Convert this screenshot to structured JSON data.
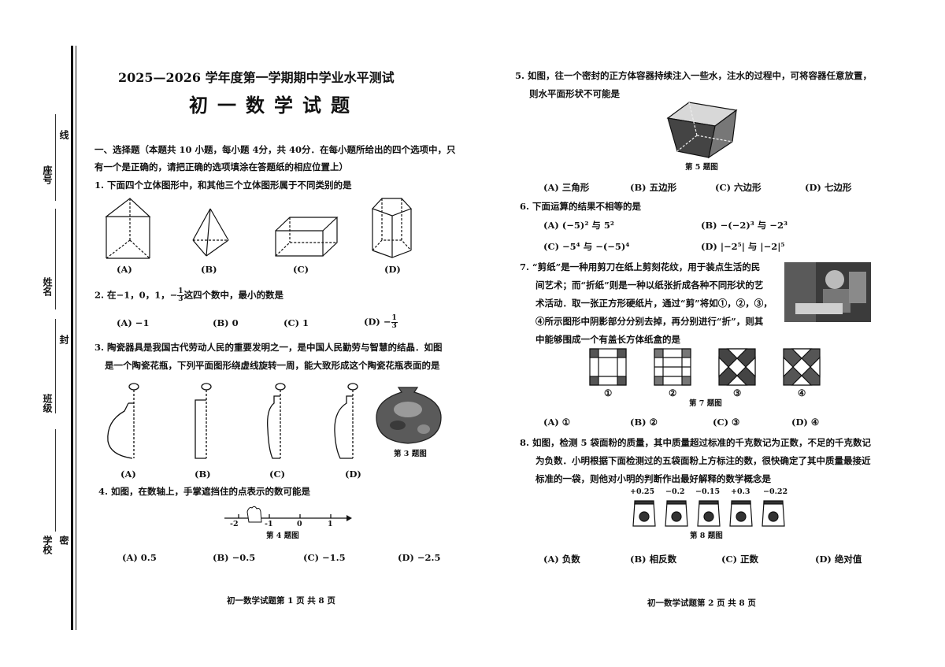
{
  "binding": {
    "seat_label": "座号",
    "name_label": "姓名",
    "class_label": "班级",
    "school_label": "学校",
    "line_char": "线",
    "seal_char": "封",
    "close_char": "密"
  },
  "header": {
    "exam_title": "2025—2026 学年度第一学期期中学业水平测试",
    "subject_title": "初一数学试题"
  },
  "section1": {
    "intro_line1": "一、选择题（本题共 10 小题，每小题 4分，共 40分．在每小题所给出的四个选项中，只",
    "intro_line2": "有一个是正确的，请把正确的选项填涂在答题纸的相应位置上）"
  },
  "q1": {
    "stem": "1. 下面四个立体图形中，和其他三个立体图形属于不同类别的是",
    "labels": [
      "(A)",
      "(B)",
      "(C)",
      "(D)"
    ]
  },
  "q2": {
    "stem_pre": "2. 在−1，0，1，−",
    "frac_num": "1",
    "frac_den": "3",
    "stem_post": "这四个数中，最小的数是",
    "opt_a": "(A) −1",
    "opt_b": "(B) 0",
    "opt_c": "(C) 1",
    "opt_d_pre": "(D) −"
  },
  "q3": {
    "line1": "3. 陶瓷器具是我国古代劳动人民的重要发明之一，是中国人民勤劳与智慧的结晶．如图",
    "line2": "是一个陶瓷花瓶，下列平面图形绕虚线旋转一周，能大致形成这个陶瓷花瓶表面的是",
    "labels": [
      "(A)",
      "(B)",
      "(C)",
      "(D)"
    ],
    "caption": "第 3 题图"
  },
  "q4": {
    "stem": "4. 如图，在数轴上，手掌遮挡住的点表示的数可能是",
    "ticks": [
      "-2",
      "-1",
      "0",
      "1"
    ],
    "caption": "第 4 题图",
    "options": [
      "(A) 0.5",
      "(B) −0.5",
      "(C) −1.5",
      "(D) −2.5"
    ]
  },
  "footer_left": "初一数学试题第 1 页 共 8 页",
  "q5": {
    "line1": "5. 如图，往一个密封的正方体容器持续注入一些水，注水的过程中，可将容器任意放置，",
    "line2": "则水平面形状不可能是",
    "caption": "第 5 题图",
    "options": [
      "(A) 三角形",
      "(B) 五边形",
      "(C) 六边形",
      "(D) 七边形"
    ]
  },
  "q6": {
    "stem": "6. 下面运算的结果不相等的是",
    "opt_a": "(A) (−5)² 与 5²",
    "opt_b": "(B) −(−2)³ 与 −2³",
    "opt_c": "(C) −5⁴ 与 −(−5)⁴",
    "opt_d": "(D) |−2⁵| 与 |−2|⁵"
  },
  "q7": {
    "line1": "7. “剪纸”是一种用剪刀在纸上剪刻花纹，用于装点生活的民",
    "line2": "间艺术；而“折纸”则是一种以纸张折成各种不同形状的艺",
    "line3": "术活动．取一张正方形硬纸片，通过“剪”将如①，②，③，",
    "line4": "④所示图形中阴影部分分别去掉，再分别进行“折”，则其",
    "line5": "中能够围成一个有盖长方体纸盒的是",
    "fig_labels": [
      "①",
      "②",
      "③",
      "④"
    ],
    "caption": "第 7 题图",
    "options": [
      "(A) ①",
      "(B) ②",
      "(C) ③",
      "(D) ④"
    ]
  },
  "q8": {
    "line1": "8. 如图，检测 5 袋面粉的质量，其中质量超过标准的千克数记为正数，不足的千克数记",
    "line2": "为负数．小明根据下面检测过的五袋面粉上方标注的数，很快确定了其中质量最接近",
    "line3": "标准的一袋，则他对小明的判断作出最好解释的数学概念是",
    "values": [
      "+0.25",
      "−0.2",
      "−0.15",
      "+0.3",
      "−0.22"
    ],
    "caption": "第 8 题图",
    "options": [
      "(A) 负数",
      "(B) 相反数",
      "(C) 正数",
      "(D) 绝对值"
    ]
  },
  "footer_right": "初一数学试题第 2 页 共 8 页"
}
